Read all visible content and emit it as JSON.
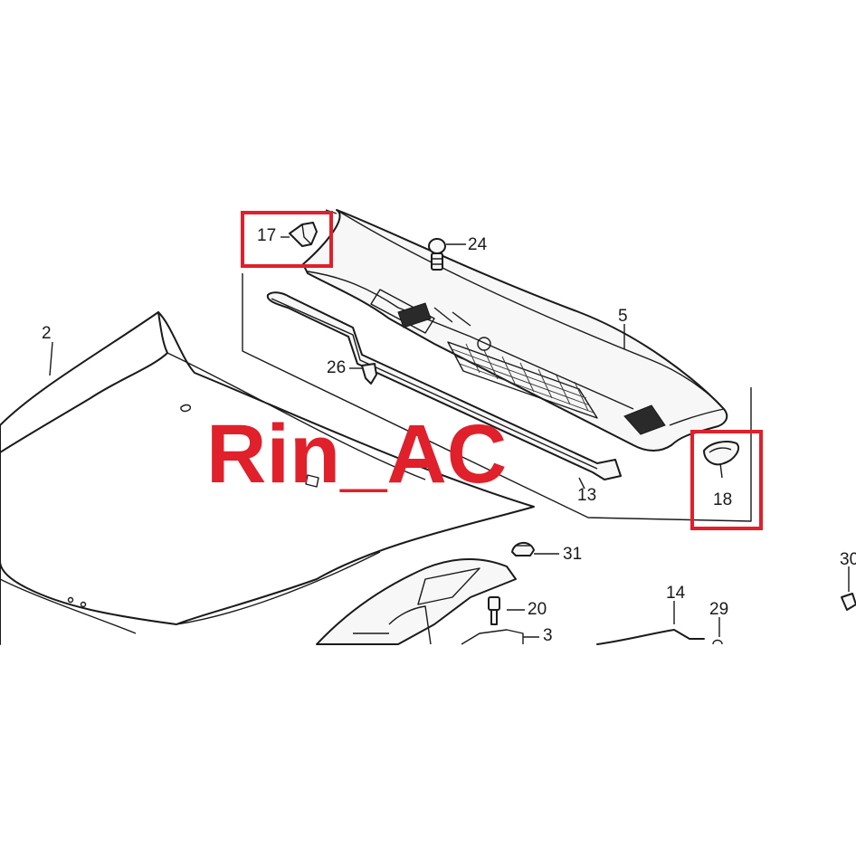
{
  "watermark": "Rin_AC",
  "callouts": [
    {
      "id": "2",
      "label": "2"
    },
    {
      "id": "3",
      "label": "3"
    },
    {
      "id": "5",
      "label": "5"
    },
    {
      "id": "13",
      "label": "13"
    },
    {
      "id": "14",
      "label": "14"
    },
    {
      "id": "17",
      "label": "17",
      "highlighted": true
    },
    {
      "id": "18",
      "label": "18",
      "highlighted": true
    },
    {
      "id": "20",
      "label": "20"
    },
    {
      "id": "24",
      "label": "24"
    },
    {
      "id": "26",
      "label": "26"
    },
    {
      "id": "29",
      "label": "29"
    },
    {
      "id": "30",
      "label": "30"
    },
    {
      "id": "31",
      "label": "31"
    }
  ],
  "colors": {
    "highlight": "#e0202a",
    "line": "#1a1a1a",
    "background": "#ffffff"
  }
}
